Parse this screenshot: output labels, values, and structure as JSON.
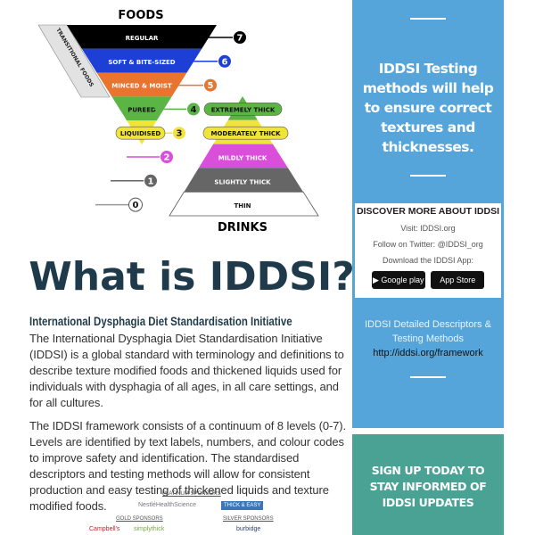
{
  "diagram": {
    "foods_label": "FOODS",
    "drinks_label": "DRINKS",
    "transitional_label": "TRANSITIONAL FOODS",
    "levels": [
      {
        "number": "7",
        "food": "REGULAR",
        "drink": "",
        "color": "#000000"
      },
      {
        "number": "6",
        "food": "SOFT & BITE-SIZED",
        "drink": "",
        "color": "#1d3fd6"
      },
      {
        "number": "5",
        "food": "MINCED & MOIST",
        "drink": "",
        "color": "#e8742f"
      },
      {
        "number": "4",
        "food": "PUREED",
        "drink": "EXTREMELY THICK",
        "color": "#5bb544"
      },
      {
        "number": "3",
        "food": "LIQUIDISED",
        "drink": "MODERATELY THICK",
        "color": "#f0e43a"
      },
      {
        "number": "2",
        "food": "",
        "drink": "MILDLY THICK",
        "color": "#d94fd9"
      },
      {
        "number": "1",
        "food": "",
        "drink": "SLIGHTLY THICK",
        "color": "#666666"
      },
      {
        "number": "0",
        "food": "",
        "drink": "THIN",
        "color": "#ffffff"
      }
    ]
  },
  "heading": "What is IDDSI?",
  "subheading": "International Dysphagia Diet Standardisation Initiative",
  "paragraphs": [
    "The International Dysphagia Diet Standardisation Initiative (IDDSI) is a global standard with terminology and definitions to describe texture modified foods and thickened liquids used for individuals with dysphagia of all ages, in all care settings, and for all cultures.",
    "The IDDSI framework consists of a continuum of 8 levels (0-7). Levels are identified by text labels, numbers, and colour codes to improve safety and identification.  The standardised descriptors and testing methods will allow for consistent production and easy testing of thickened liquids and texture modified foods."
  ],
  "sponsors": {
    "platinum": "PLATINUM SPONSORS",
    "gold": "GOLD SPONSORS",
    "silver": "SILVER SPONSORS",
    "names": [
      "NestléHealthScience",
      "THICK & EASY",
      "Campbell's",
      "simplythick",
      "burbidge"
    ]
  },
  "sidebar": {
    "message": "IDDSI Testing methods will help to ensure correct textures and thicknesses.",
    "card_title": "DISCOVER MORE ABOUT IDDSI",
    "visit": "Visit: IDDSI.org",
    "twitter": "Follow on Twitter: @IDDSI_org",
    "download": "Download the IDDSI App:",
    "google_play": "Google play",
    "app_store": "App Store",
    "descriptors": "IDDSI Detailed Descriptors & Testing Methods",
    "url": "http://iddsi.org/framework",
    "signup": "SIGN UP TODAY TO STAY INFORMED OF IDDSI UPDATES"
  },
  "colors": {
    "blue_panel": "#55a5db",
    "green_panel": "#4aa295",
    "heading": "#1f3a4a"
  }
}
